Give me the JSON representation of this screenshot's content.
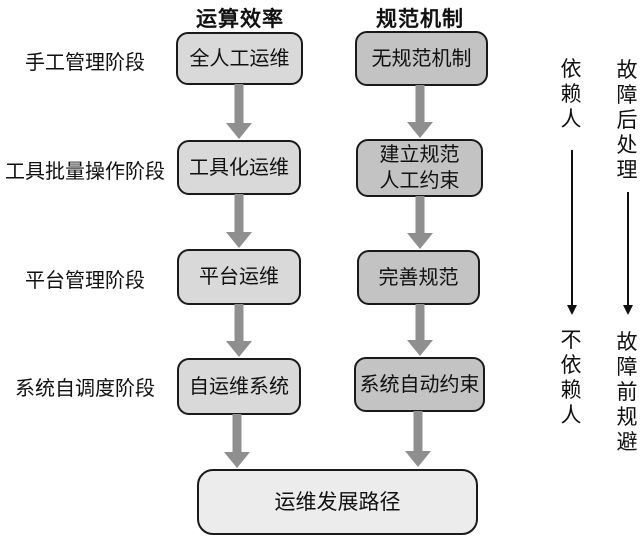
{
  "columns": [
    {
      "header": "运算效率",
      "boxes": [
        {
          "lines": [
            "全人工运维"
          ]
        },
        {
          "lines": [
            "工具化运维"
          ]
        },
        {
          "lines": [
            "平台运维"
          ]
        },
        {
          "lines": [
            "自运维系统"
          ]
        }
      ]
    },
    {
      "header": "规范机制",
      "boxes": [
        {
          "lines": [
            "无规范机制"
          ]
        },
        {
          "lines": [
            "建立规范",
            "人工约束"
          ]
        },
        {
          "lines": [
            "完善规范"
          ]
        },
        {
          "lines": [
            "系统自动约束"
          ]
        }
      ]
    }
  ],
  "stage_labels": [
    "手工管理阶段",
    "工具批量操作阶段",
    "平台管理阶段",
    "系统自调度阶段"
  ],
  "result_box": "运维发展路径",
  "side_annotations": [
    {
      "from": "依赖人",
      "to": "不依赖人"
    },
    {
      "from": "故障后处理",
      "to": "故障前规避"
    }
  ],
  "colors": {
    "left_box_fill": "#d9d9d9",
    "right_box_fill": "#c3c3c3",
    "result_box_fill": "#ececec",
    "flow_arrow": "#8f8f8f",
    "box_border": "#1a1a1a",
    "text": "#111111"
  }
}
